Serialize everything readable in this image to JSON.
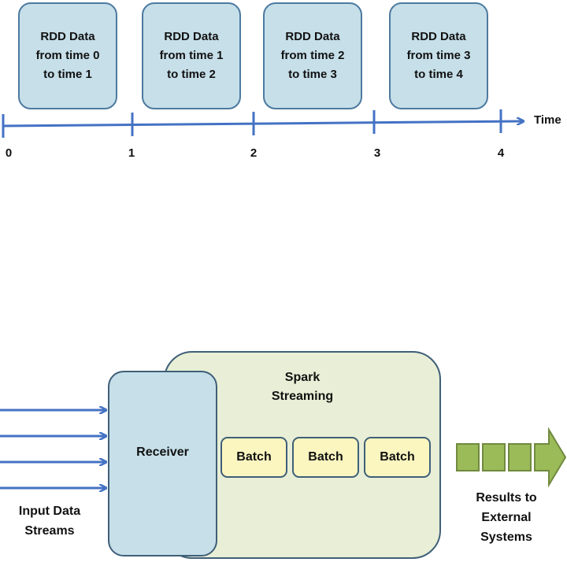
{
  "timeline": {
    "rdd_boxes": [
      {
        "line1": "RDD Data",
        "line2": "from time 0",
        "line3": "to time 1"
      },
      {
        "line1": "RDD Data",
        "line2": "from time 1",
        "line3": "to time 2"
      },
      {
        "line1": "RDD Data",
        "line2": "from time 2",
        "line3": "to time 3"
      },
      {
        "line1": "RDD Data",
        "line2": "from time 3",
        "line3": "to time 4"
      }
    ],
    "ticks": [
      "0",
      "1",
      "2",
      "3",
      "4"
    ],
    "axis_label": "Time"
  },
  "streaming": {
    "input_label_line1": "Input Data",
    "input_label_line2": "Streams",
    "receiver_label": "Receiver",
    "spark_line1": "Spark",
    "spark_line2": "Streaming",
    "batches": [
      "Batch",
      "Batch",
      "Batch"
    ],
    "results_line1": "Results to",
    "results_line2": "External",
    "results_line3": "Systems"
  },
  "colors": {
    "axis": "#4472c4",
    "rdd_fill": "#c6dfe9",
    "spark_fill": "#e8efd6",
    "batch_fill": "#fbf5c0",
    "output_fill": "#9bbb59",
    "output_border": "#71893f"
  }
}
